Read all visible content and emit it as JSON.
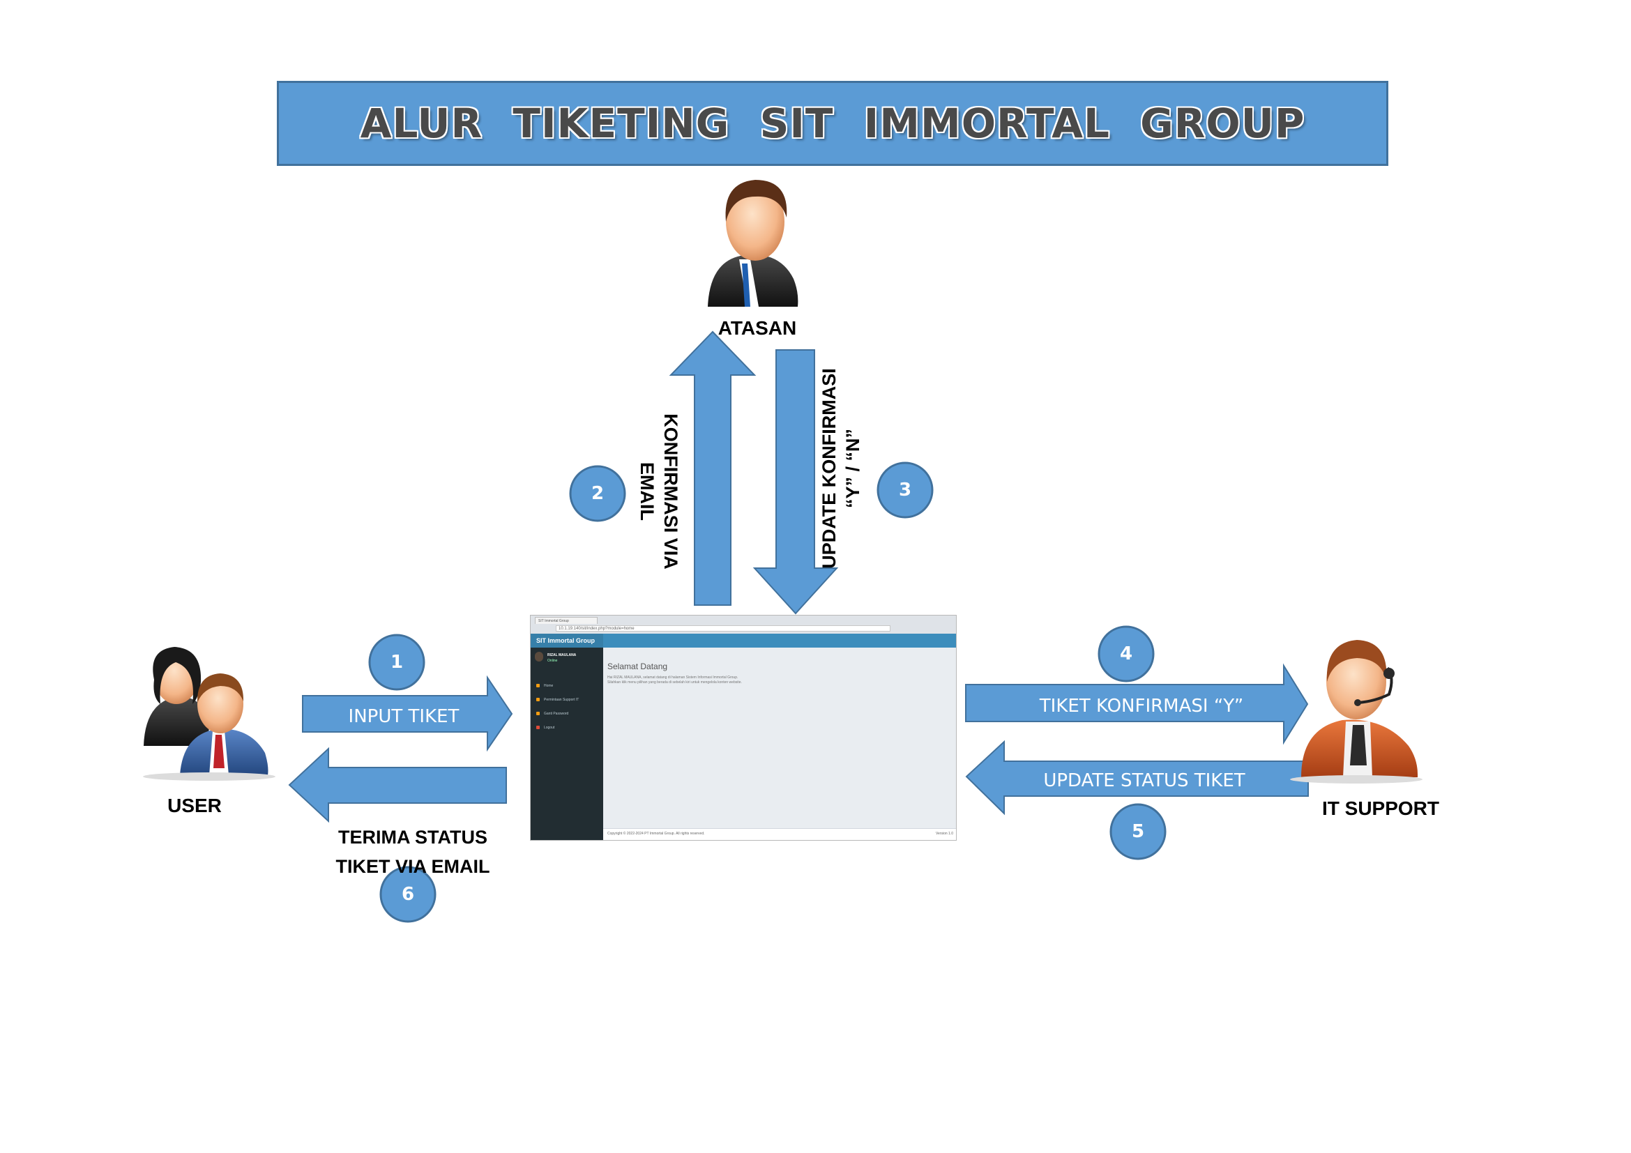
{
  "title": "ALUR  TIKETING  SIT  IMMORTAL  GROUP",
  "actors": {
    "atasan": "ATASAN",
    "user": "USER",
    "it_support": "IT SUPPORT"
  },
  "steps": [
    {
      "number": "1",
      "label": "INPUT TIKET"
    },
    {
      "number": "2",
      "label_lines": [
        "KONFIRMASI VIA",
        "EMAIL"
      ]
    },
    {
      "number": "3",
      "label_lines": [
        "UPDATE KONFIRMASI",
        "“Y” / “N”"
      ]
    },
    {
      "number": "4",
      "label": "TIKET KONFIRMASI “Y”"
    },
    {
      "number": "5",
      "label": "UPDATE STATUS TIKET"
    },
    {
      "number": "6",
      "label_lines": [
        "TERIMA STATUS",
        "TIKET VIA EMAIL"
      ]
    }
  ],
  "app_screenshot": {
    "tab": "SIT Immortal Group",
    "url": "10.1.19.140/sit/index.php?module=home",
    "brand": "SIT Immortal Group",
    "user_name": "RIZAL MAULANA",
    "user_status": "Online",
    "menu": [
      "Home",
      "Permintaan Support IT",
      "Ganti Password",
      "Logout"
    ],
    "welcome": "Selamat Datang",
    "welcome_line1": "Hai RIZAL MAULANA, selamat datang di halaman Sistem Informasi Immortal Group.",
    "welcome_line2": "Silahkan klik menu pilihan yang berada di sebelah kiri untuk mengelola konten website.",
    "footer": "Copyright © 2022-2024 PT Immortal Group. All rights reserved.",
    "version": "Version 1.0"
  },
  "colors": {
    "arrow_fill": "#5b9bd5",
    "arrow_stroke": "#41719c",
    "banner_fill": "#5b9bd5"
  }
}
